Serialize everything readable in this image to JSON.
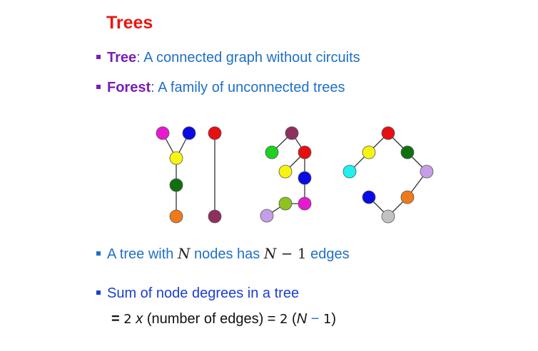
{
  "title": "Trees",
  "bullets": {
    "tree_term": "Tree",
    "tree_def": ": A connected graph without circuits",
    "forest_term": "Forest",
    "forest_def": ": A family of unconnected trees",
    "edges_pre": "A tree with ",
    "edges_n1": "N",
    "edges_mid": " nodes has ",
    "edges_n2": "N",
    "edges_minus": " − 1",
    "edges_post": " edges",
    "degree_line": "Sum of node degrees in a tree"
  },
  "equation": {
    "eq_sign": "= ",
    "two_a": "2",
    "x": " x",
    "mid": " (number of edges) = ",
    "two_b": "2",
    "open": " (",
    "n": "N",
    "minus": " − ",
    "one": "1",
    "close": ")"
  },
  "forest": {
    "node_colors": {
      "magenta": "#e619d0",
      "blue": "#0a0ae6",
      "red": "#e61010",
      "yellow": "#f5f511",
      "darkgreen": "#107010",
      "orange": "#f07a1a",
      "plum": "#8e2f5e",
      "green": "#1fd11f",
      "lavender": "#c69ee8",
      "olive": "#8ec21f",
      "cyan": "#1ff0f0",
      "gray": "#c2c2c2"
    },
    "edge_color": "#333333"
  }
}
